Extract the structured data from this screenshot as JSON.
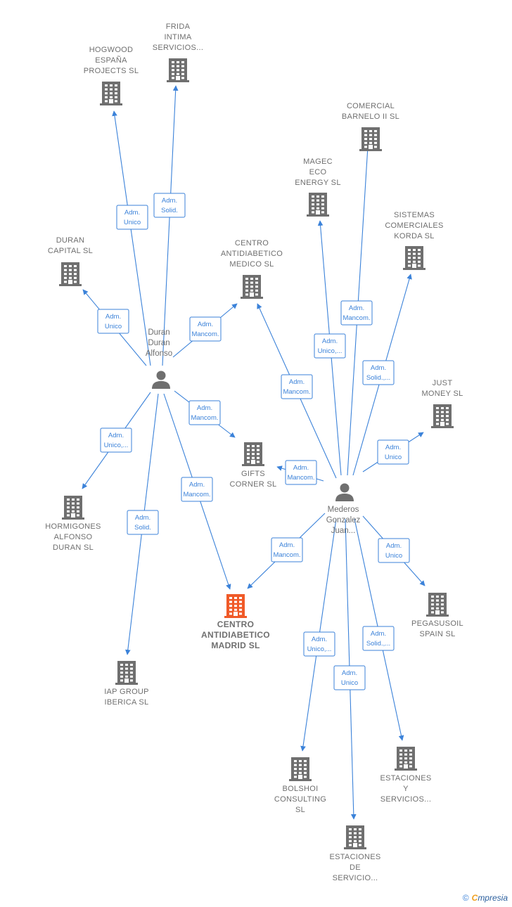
{
  "persons": [
    {
      "id": "duran",
      "lines": [
        "Duran",
        "Duran",
        "Alfonso"
      ]
    },
    {
      "id": "mederos",
      "lines": [
        "Mederos",
        "Gonzalez",
        "Juan..."
      ]
    }
  ],
  "companies": [
    {
      "id": "frida",
      "lines": [
        "FRIDA",
        "INTIMA",
        "SERVICIOS..."
      ],
      "main": false
    },
    {
      "id": "hogwood",
      "lines": [
        "HOGWOOD",
        "ESPAÑA",
        "PROJECTS  SL"
      ],
      "main": false
    },
    {
      "id": "duran_capital",
      "lines": [
        "DURAN",
        "CAPITAL  SL"
      ],
      "main": false
    },
    {
      "id": "centro_medico",
      "lines": [
        "CENTRO",
        "ANTIDIABETICO",
        "MEDICO  SL"
      ],
      "main": false
    },
    {
      "id": "comercial_barnelo",
      "lines": [
        "COMERCIAL",
        "BARNELO II SL"
      ],
      "main": false
    },
    {
      "id": "magec",
      "lines": [
        "MAGEC",
        "ECO",
        "ENERGY  SL"
      ],
      "main": false
    },
    {
      "id": "sistemas",
      "lines": [
        "SISTEMAS",
        "COMERCIALES",
        "KORDA SL"
      ],
      "main": false
    },
    {
      "id": "just_money",
      "lines": [
        "JUST",
        "MONEY  SL"
      ],
      "main": false
    },
    {
      "id": "gifts",
      "lines": [
        "GIFTS",
        "CORNER  SL"
      ],
      "main": false
    },
    {
      "id": "hormigones",
      "lines": [
        "HORMIGONES",
        "ALFONSO",
        "DURAN  SL"
      ],
      "main": false
    },
    {
      "id": "centro_madrid",
      "lines": [
        "CENTRO",
        "ANTIDIABETICO",
        "MADRID  SL"
      ],
      "main": true
    },
    {
      "id": "iap",
      "lines": [
        "IAP GROUP",
        "IBERICA  SL"
      ],
      "main": false
    },
    {
      "id": "pegasusoil",
      "lines": [
        "PEGASUSOIL",
        "SPAIN  SL"
      ],
      "main": false
    },
    {
      "id": "bolshoi",
      "lines": [
        "BOLSHOI",
        "CONSULTING",
        "SL"
      ],
      "main": false
    },
    {
      "id": "estaciones_y",
      "lines": [
        "ESTACIONES",
        "Y",
        "SERVICIOS..."
      ],
      "main": false
    },
    {
      "id": "estaciones_de",
      "lines": [
        "ESTACIONES",
        "DE",
        "SERVICIO..."
      ],
      "main": false
    }
  ],
  "edges": [
    {
      "from": "duran",
      "to": "hogwood",
      "label": [
        "Adm.",
        "Unico"
      ]
    },
    {
      "from": "duran",
      "to": "frida",
      "label": [
        "Adm.",
        "Solid."
      ]
    },
    {
      "from": "duran",
      "to": "duran_capital",
      "label": [
        "Adm.",
        "Unico"
      ]
    },
    {
      "from": "duran",
      "to": "centro_medico",
      "label": [
        "Adm.",
        "Mancom."
      ]
    },
    {
      "from": "duran",
      "to": "gifts",
      "label": [
        "Adm.",
        "Mancom."
      ]
    },
    {
      "from": "duran",
      "to": "hormigones",
      "label": [
        "Adm.",
        "Unico,..."
      ]
    },
    {
      "from": "duran",
      "to": "iap",
      "label": [
        "Adm.",
        "Solid."
      ]
    },
    {
      "from": "duran",
      "to": "centro_madrid",
      "label": [
        "Adm.",
        "Mancom."
      ]
    },
    {
      "from": "mederos",
      "to": "centro_medico",
      "label": [
        "Adm.",
        "Mancom."
      ]
    },
    {
      "from": "mederos",
      "to": "magec",
      "label": [
        "Adm.",
        "Unico,..."
      ]
    },
    {
      "from": "mederos",
      "to": "comercial_barnelo",
      "label": [
        "Adm.",
        "Mancom."
      ]
    },
    {
      "from": "mederos",
      "to": "sistemas",
      "label": [
        "Adm.",
        "Solid.,..."
      ]
    },
    {
      "from": "mederos",
      "to": "just_money",
      "label": [
        "Adm.",
        "Unico"
      ]
    },
    {
      "from": "mederos",
      "to": "gifts",
      "label": [
        "Adm.",
        "Mancom."
      ]
    },
    {
      "from": "mederos",
      "to": "centro_madrid",
      "label": [
        "Adm.",
        "Mancom."
      ]
    },
    {
      "from": "mederos",
      "to": "pegasusoil",
      "label": [
        "Adm.",
        "Unico"
      ]
    },
    {
      "from": "mederos",
      "to": "bolshoi",
      "label": [
        "Adm.",
        "Unico,..."
      ]
    },
    {
      "from": "mederos",
      "to": "estaciones_de",
      "label": [
        "Adm.",
        "Unico"
      ]
    },
    {
      "from": "mederos",
      "to": "estaciones_y",
      "label": [
        "Adm.",
        "Solid.,..."
      ]
    }
  ],
  "colors": {
    "edge": "#3b82d9",
    "building": "#6f6f6f",
    "building_main": "#f05a28",
    "person": "#6f6f6f"
  },
  "brand": {
    "copyright": "©",
    "initial": "C",
    "rest": "mpresia"
  }
}
